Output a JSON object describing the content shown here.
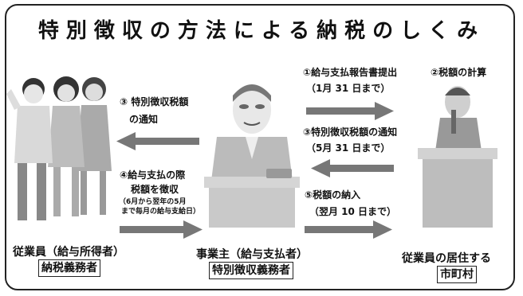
{
  "title": "特別徴収の方法による納税のしくみ",
  "steps": {
    "s1": {
      "label": "①給与支払報告書提出",
      "sub": "（1月 31 日まで）"
    },
    "s2": {
      "label": "②税額の計算"
    },
    "s3_left": {
      "label": "③ 特別徴収税額",
      "sub": "の通知"
    },
    "s3_right": {
      "label": "③特別徴収税額の通知",
      "sub": "（5月 31 日まで）"
    },
    "s4": {
      "label": "④給与支払の際",
      "sub": "税額を徴収",
      "paren1": "（6月から翌年の5月",
      "paren2": "まで毎月の給与支給日）"
    },
    "s5": {
      "label": "⑤税額の納入",
      "sub": "（翌月 10 日まで）"
    }
  },
  "actors": {
    "employees": {
      "name": "従業員（給与所得者）",
      "role": "納税義務者"
    },
    "employer": {
      "name": "事業主（給与支払者）",
      "role": "特別徴収義務者"
    },
    "municipality": {
      "name": "従業員の居住する",
      "role": "市町村"
    }
  }
}
